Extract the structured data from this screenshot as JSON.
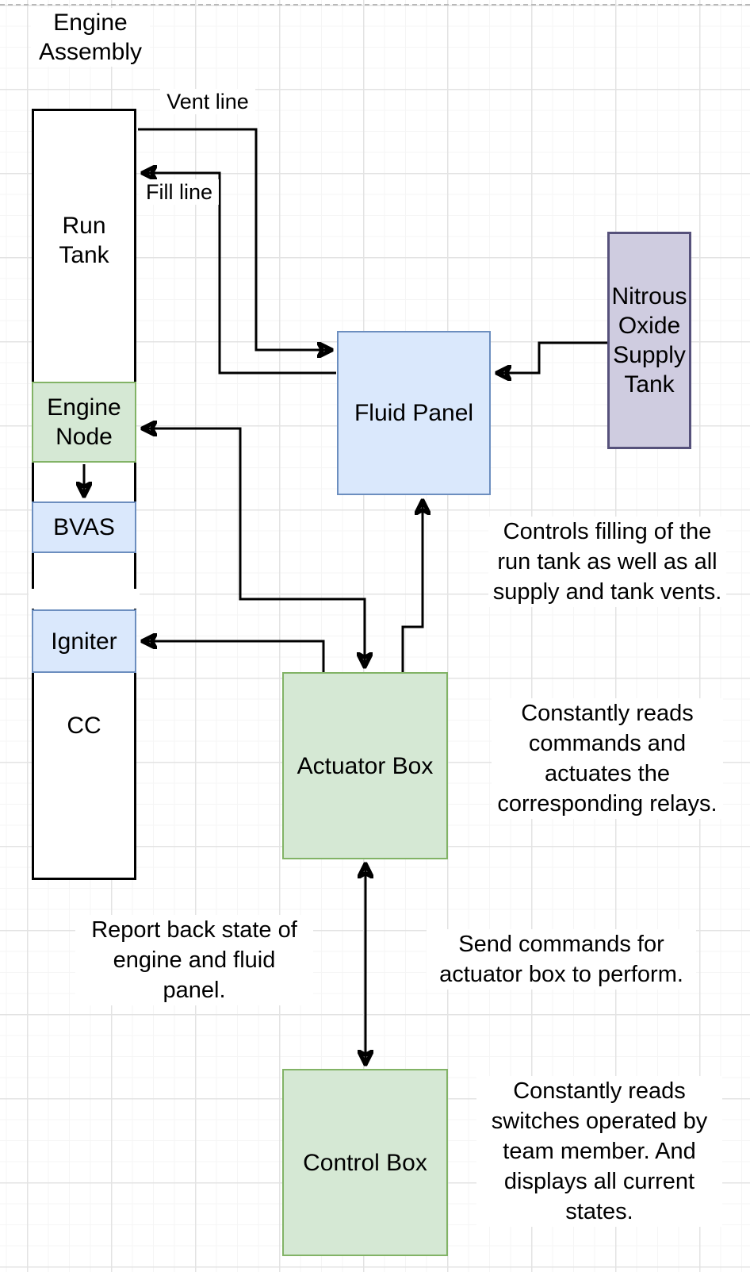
{
  "title": "Engine\nAssembly",
  "colors": {
    "green_fill": "#d5e8d4",
    "green_stroke": "#82b366",
    "blue_fill": "#dae8fc",
    "blue_stroke": "#6c8ebf",
    "purple_fill": "#cfcce0",
    "purple_stroke": "#56517b",
    "line": "#000000",
    "grid_minor": "#f5f5f5",
    "grid_major": "#e3e3e3",
    "page_break": "#b9b9b9"
  },
  "nodes": {
    "run_tank": {
      "label": "Run\nTank"
    },
    "engine_node": {
      "label": "Engine\nNode"
    },
    "bvas": {
      "label": "BVAS"
    },
    "igniter": {
      "label": "Igniter"
    },
    "cc": {
      "label": "CC"
    },
    "fluid_panel": {
      "label": "Fluid Panel"
    },
    "nitrous_tank": {
      "label": "Nitrous\nOxide\nSupply\nTank"
    },
    "actuator_box": {
      "label": "Actuator Box"
    },
    "control_box": {
      "label": "Control Box"
    }
  },
  "edge_labels": {
    "vent": "Vent line",
    "fill": "Fill line"
  },
  "annotations": {
    "fluid_panel_note": "Controls filling of the\nrun tank as well as all\nsupply and tank vents.",
    "actuator_note": "Constantly reads\ncommands and\nactuates the\ncorresponding relays.",
    "report_note": "Report back state of\nengine and fluid\npanel.",
    "send_note": "Send commands for\nactuator box to perform.",
    "control_note": "Constantly reads\nswitches operated by\nteam member. And\ndisplays all current\nstates."
  }
}
